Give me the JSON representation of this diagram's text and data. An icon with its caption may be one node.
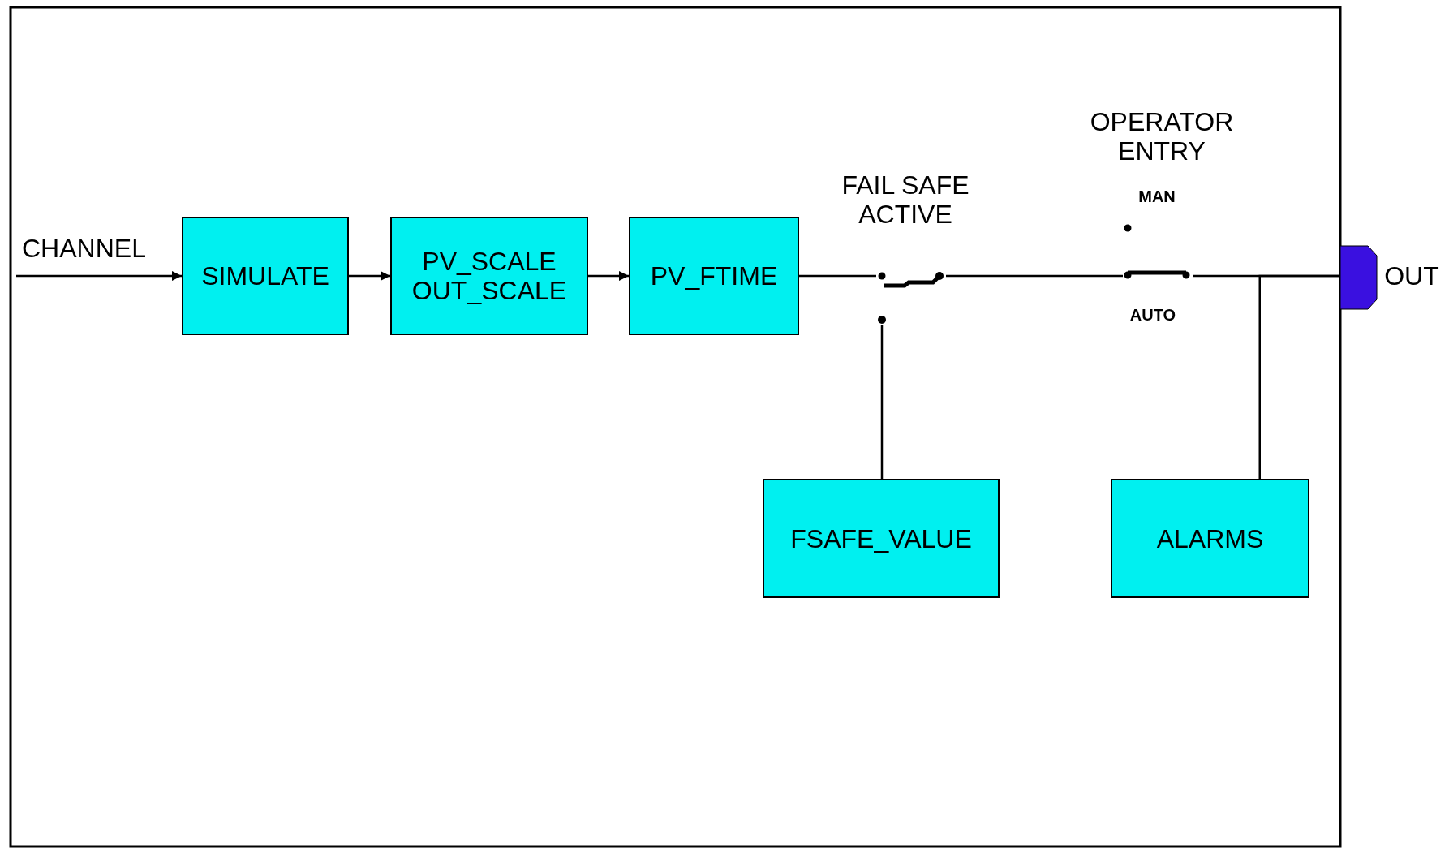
{
  "diagram": {
    "nodes": [
      {
        "text": [
          "SIMULATE"
        ]
      },
      {
        "text": [
          "PV_SCALE",
          "OUT_SCALE"
        ]
      },
      {
        "text": [
          "PV_FTIME"
        ]
      },
      {
        "text": [],
        "shape": "switch",
        "beside": [
          "FAIL SAFE ACTIVE"
        ]
      },
      {
        "text": [],
        "shape": "switch",
        "beside": [
          "OPERATOR ENTRY",
          "MAN",
          "AUTO"
        ]
      },
      {
        "text": [],
        "shape": "box",
        "beside": [
          "OUT"
        ]
      },
      {
        "text": [
          "FSAFE_VALUE"
        ]
      },
      {
        "text": [
          "ALARMS"
        ]
      }
    ],
    "edges": [
      {
        "from": null,
        "to": 0,
        "arrow": "to"
      },
      {
        "from": 0,
        "to": 1,
        "arrow": "to"
      },
      {
        "from": 1,
        "to": 2,
        "arrow": "to"
      },
      {
        "from": 2,
        "to": 3,
        "arrow": "none"
      },
      {
        "from": 3,
        "to": 4,
        "arrow": "none"
      },
      {
        "from": 4,
        "to": 5,
        "arrow": "none"
      },
      {
        "from": 6,
        "to": 3,
        "arrow": "none"
      },
      {
        "from": 7,
        "to": 5,
        "arrow": "none"
      }
    ],
    "labels": [
      "CHANNEL"
    ]
  }
}
